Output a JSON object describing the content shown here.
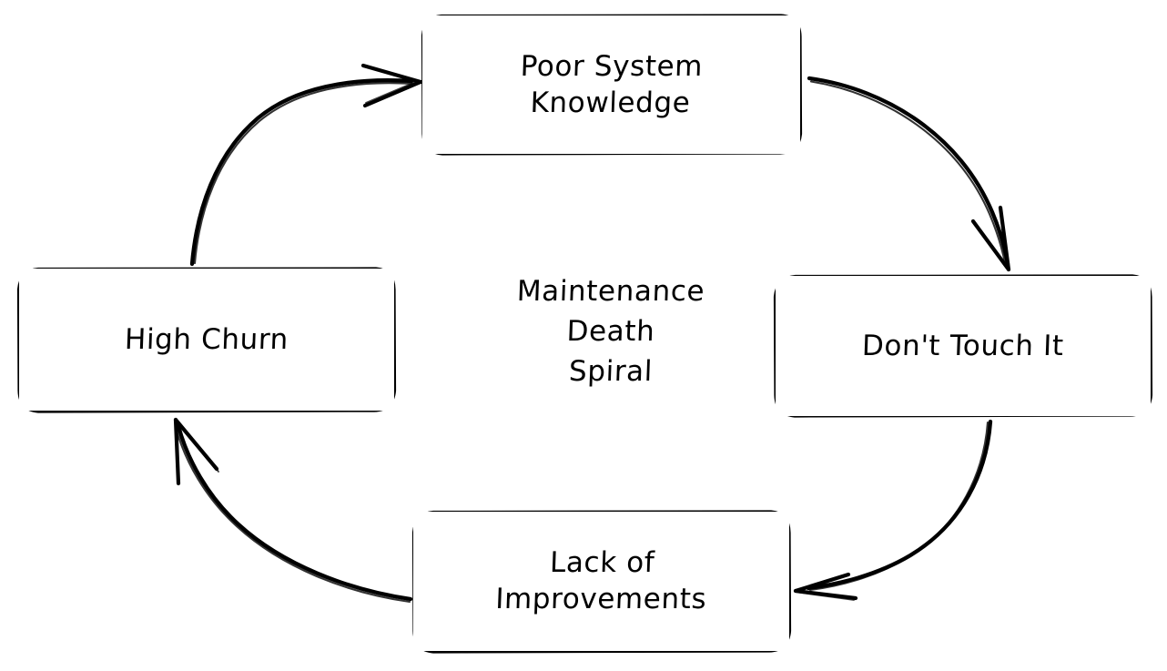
{
  "diagram": {
    "title": "Maintenance Death Spiral",
    "title_lines": [
      "Maintenance",
      "Death",
      "Spiral"
    ],
    "type": "cycle",
    "background_color": "#ffffff",
    "stroke_color": "#000000",
    "text_color": "#000000",
    "style": "hand-drawn",
    "nodes": [
      {
        "id": "poor-system-knowledge",
        "label": "Poor System\nKnowledge",
        "position": "top"
      },
      {
        "id": "dont-touch-it",
        "label": "Don't Touch It",
        "position": "right"
      },
      {
        "id": "lack-of-improvements",
        "label": "Lack of\nImprovements",
        "position": "bottom"
      },
      {
        "id": "high-churn",
        "label": "High Churn",
        "position": "left"
      }
    ],
    "edges": [
      {
        "id": "edge-top-to-right",
        "from": "poor-system-knowledge",
        "to": "dont-touch-it",
        "direction": "clockwise"
      },
      {
        "id": "edge-right-to-bottom",
        "from": "dont-touch-it",
        "to": "lack-of-improvements",
        "direction": "clockwise"
      },
      {
        "id": "edge-bottom-to-left",
        "from": "lack-of-improvements",
        "to": "high-churn",
        "direction": "clockwise"
      },
      {
        "id": "edge-left-to-top",
        "from": "high-churn",
        "to": "poor-system-knowledge",
        "direction": "clockwise"
      }
    ]
  }
}
